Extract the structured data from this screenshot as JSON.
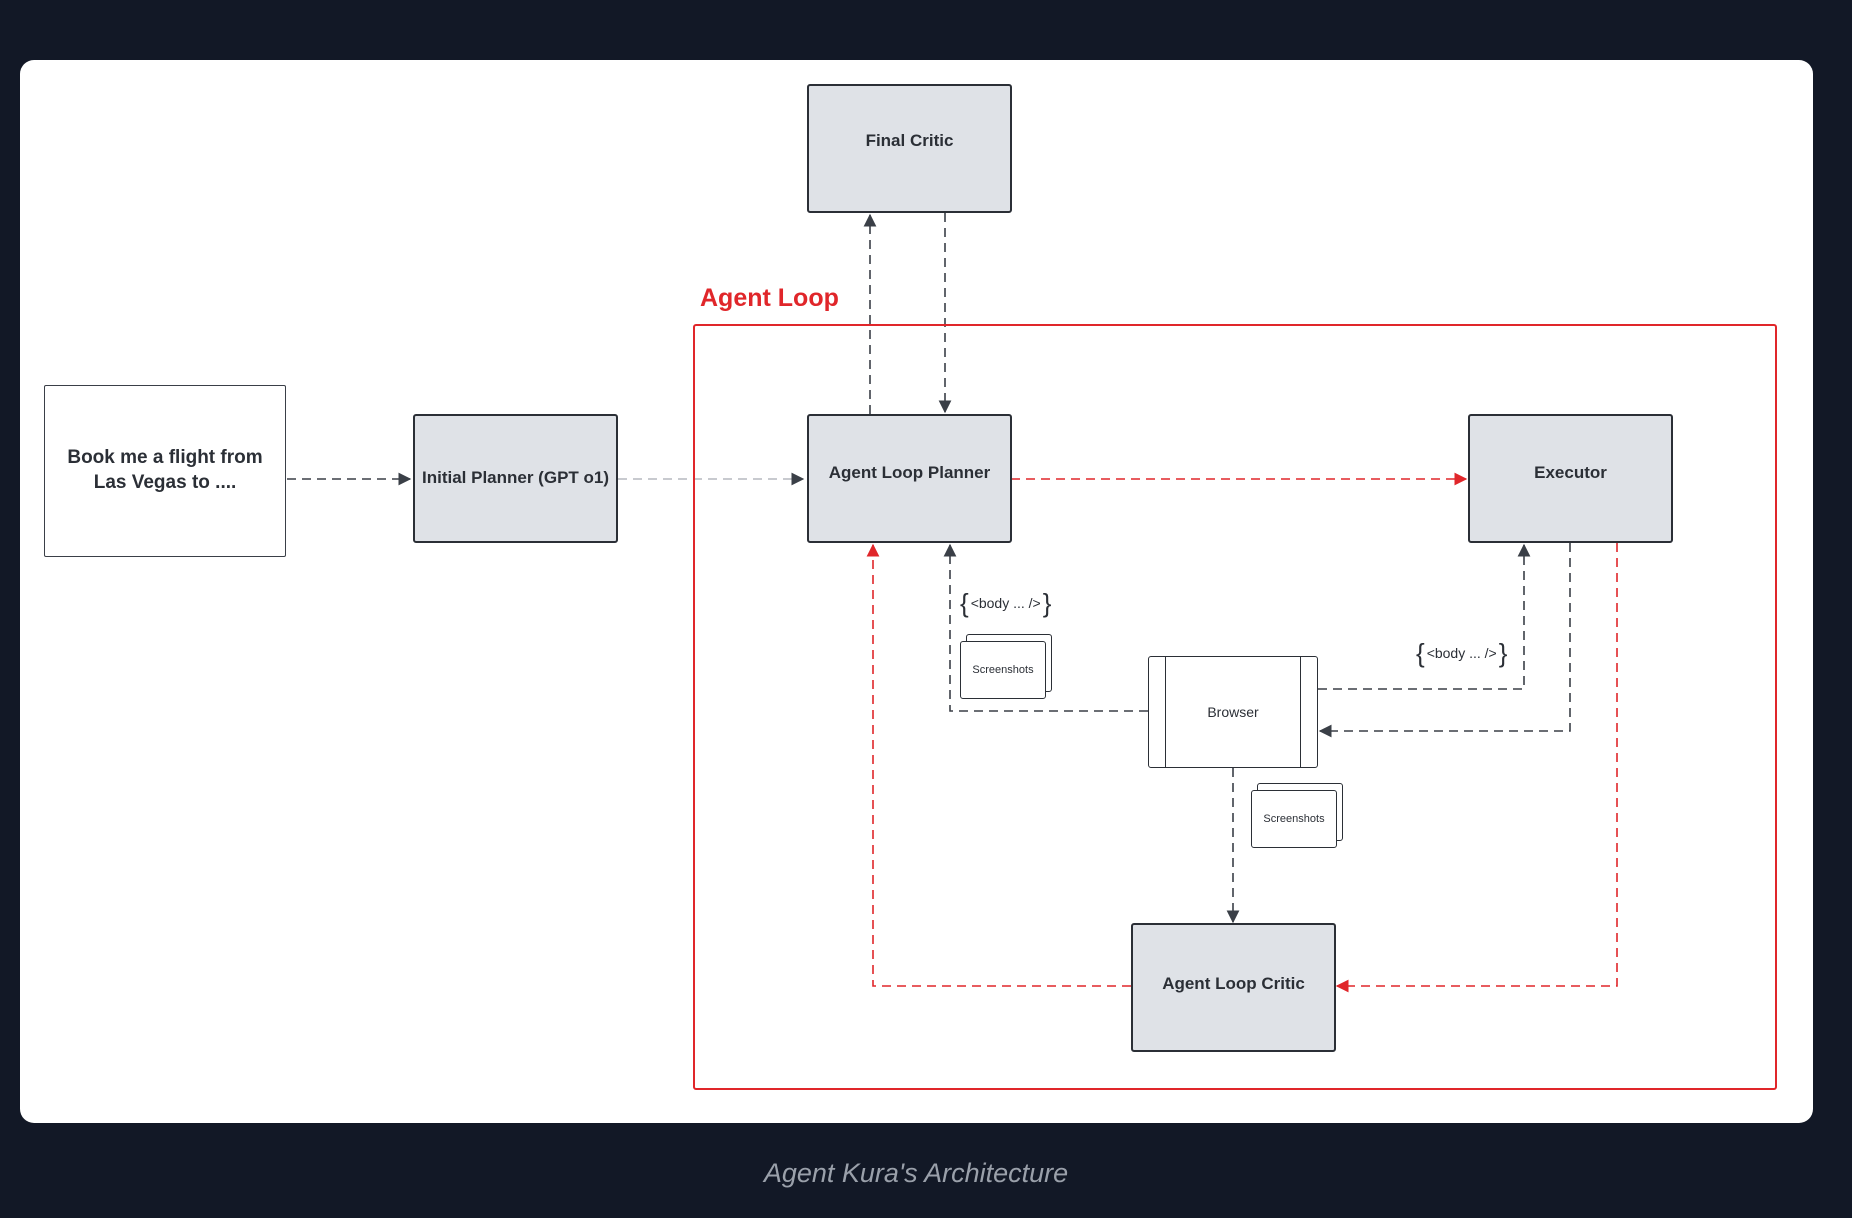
{
  "diagram": {
    "loop_title": "Agent Loop",
    "nodes": {
      "user_prompt": "Book me a flight from Las Vegas to ....",
      "initial_planner": "Initial Planner (GPT o1)",
      "final_critic": "Final Critic",
      "agent_loop_planner": "Agent Loop Planner",
      "executor": "Executor",
      "browser": "Browser",
      "agent_loop_critic": "Agent Loop Critic"
    },
    "artifacts": {
      "body_tag_planner": "<body ... />",
      "body_tag_executor": "<body ... />",
      "screenshots_planner": "Screenshots",
      "screenshots_critic": "Screenshots"
    },
    "colors": {
      "loop": "#e0262a",
      "flow": "#3a3f47",
      "node_fill": "#dfe2e7"
    }
  },
  "caption": "Agent Kura's Architecture"
}
